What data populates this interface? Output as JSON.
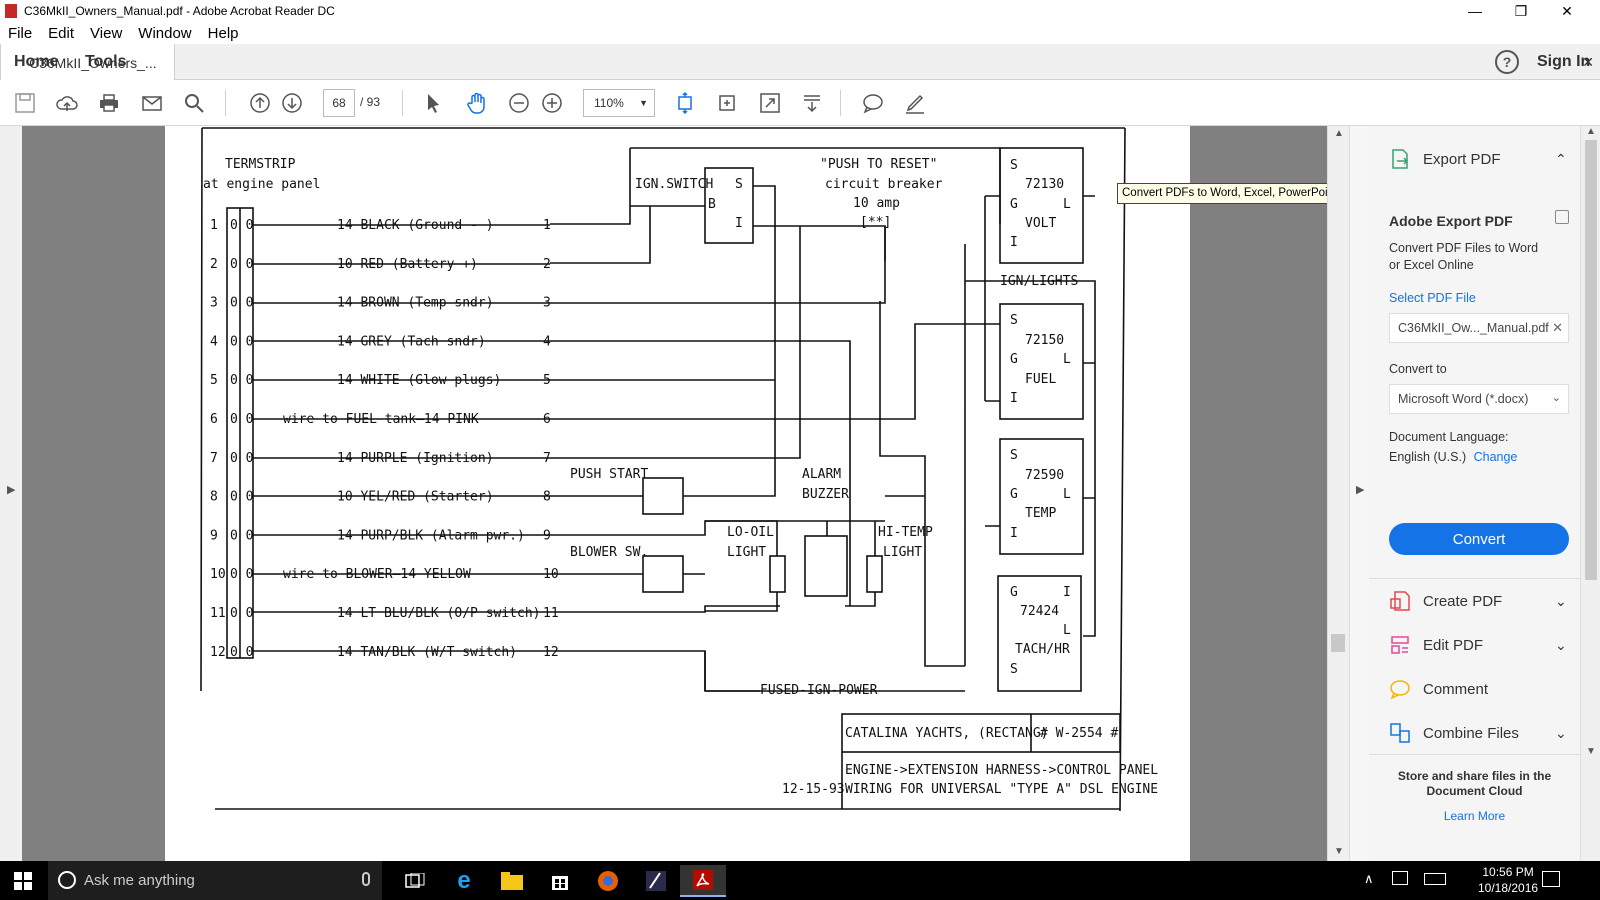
{
  "window": {
    "title": "C36MkII_Owners_Manual.pdf - Adobe Acrobat Reader DC",
    "minimize": "—",
    "maximize": "❐",
    "close": "✕"
  },
  "menu": [
    "File",
    "Edit",
    "View",
    "Window",
    "Help"
  ],
  "tabs": {
    "home": "Home",
    "tools": "Tools",
    "document": "C36MkII_Owners_...",
    "close": "✕",
    "help": "?",
    "sign_in": "Sign In"
  },
  "toolbar": {
    "page_current": "68",
    "page_total": "/ 93",
    "zoom": "110%"
  },
  "tooltip": "Convert PDFs to Word, Excel, PowerPoint and more",
  "right_panel": {
    "export_title": "Export PDF",
    "adobe_export_heading": "Adobe Export PDF",
    "adobe_export_desc_1": "Convert PDF Files to Word",
    "adobe_export_desc_2": "or Excel Online",
    "select_file_label": "Select PDF File",
    "selected_file": "C36MkII_Ow..._Manual.pdf",
    "convert_to_label": "Convert to",
    "convert_to_value": "Microsoft Word (*.docx)",
    "doc_language_label": "Document Language:",
    "doc_language_value": "English (U.S.)",
    "change_link": "Change",
    "convert_button": "Convert",
    "tools": [
      "Create PDF",
      "Edit PDF",
      "Comment",
      "Combine Files"
    ],
    "cloud_text_1": "Store and share files in the",
    "cloud_text_2": "Document Cloud",
    "learn_more": "Learn More",
    "accent_color": "#1473e6"
  },
  "document": {
    "termstrip_title_1": "TERMSTRIP",
    "termstrip_title_2": "at engine panel",
    "ign_switch": "IGN.SWITCH",
    "push_to_reset_1": "\"PUSH TO RESET\"",
    "push_to_reset_2": "circuit breaker",
    "push_to_reset_3": "10 amp",
    "push_to_reset_4": "[**]",
    "push_start": "PUSH START",
    "blower_sw": "BLOWER SW.",
    "alarm_1": "ALARM",
    "alarm_2": "BUZZER",
    "lo_oil_1": "LO-OIL",
    "lo_oil_2": "LIGHT",
    "hi_temp_1": "HI-TEMP",
    "hi_temp_2": "LIGHT",
    "ign_lights": "IGN/LIGHTS",
    "fused_ign_power": "FUSED-IGN-POWER",
    "wires": [
      {
        "n": "1",
        "label": "14 BLACK (Ground - )"
      },
      {
        "n": "2",
        "label": "10 RED   (Battery +)"
      },
      {
        "n": "3",
        "label": "14 BROWN (Temp sndr)"
      },
      {
        "n": "4",
        "label": "14 GREY (Tach sndr)"
      },
      {
        "n": "5",
        "label": "14 WHITE (Glow plugs)"
      },
      {
        "n": "6",
        "label": "wire to FUEL tank—14 PINK"
      },
      {
        "n": "7",
        "label": "14 PURPLE (Ignition)"
      },
      {
        "n": "8",
        "label": "10 YEL/RED (Starter)"
      },
      {
        "n": "9",
        "label": "14 PURP/BLK (Alarm pwr.)"
      },
      {
        "n": "10",
        "label": "wire to BLOWER—14 YELLOW"
      },
      {
        "n": "11",
        "label": "14 LT BLU/BLK (O/P switch)"
      },
      {
        "n": "12",
        "label": "14 TAN/BLK (W/T switch)"
      }
    ],
    "gauges": [
      {
        "code": "72130",
        "name": "VOLT"
      },
      {
        "code": "72150",
        "name": "FUEL"
      },
      {
        "code": "72590",
        "name": "TEMP"
      },
      {
        "code": "72424",
        "name": "TACH/HR"
      }
    ],
    "title_block": {
      "company": "CATALINA YACHTS, (RECTANG)",
      "drawing_no": "# W-2554 #",
      "desc_1": "ENGINE->EXTENSION HARNESS->CONTROL PANEL",
      "desc_2": "WIRING FOR UNIVERSAL \"TYPE A\" DSL ENGINE",
      "date": "12-15-93"
    }
  },
  "taskbar": {
    "search_placeholder": "Ask me anything",
    "time": "10:56 PM",
    "date": "10/18/2016"
  }
}
